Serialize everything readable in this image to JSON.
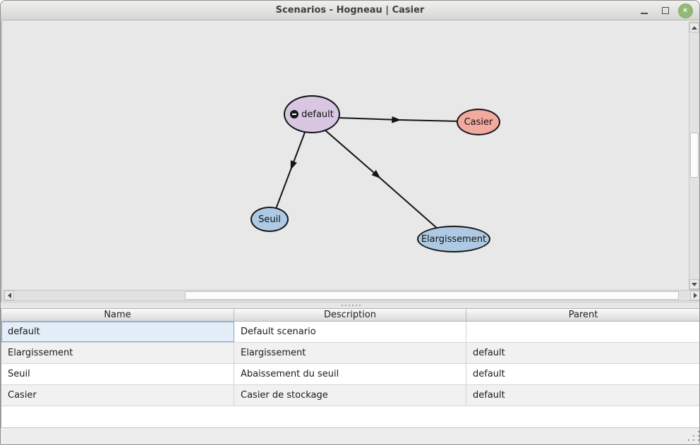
{
  "window": {
    "title": "Scenarios - Hogneau | Casier",
    "close_glyph": "×"
  },
  "graph": {
    "nodes": [
      {
        "label": "default",
        "fill": "#d8c6e2",
        "badge": "minus-circle-icon"
      },
      {
        "label": "Casier",
        "fill": "#f2a99f"
      },
      {
        "label": "Seuil",
        "fill": "#adc9e3"
      },
      {
        "label": "Elargissement",
        "fill": "#adc9e3"
      }
    ],
    "edges": [
      {
        "from": "default",
        "to": "Casier"
      },
      {
        "from": "default",
        "to": "Seuil"
      },
      {
        "from": "default",
        "to": "Elargissement"
      }
    ],
    "background": "#e8e8e8"
  },
  "table": {
    "columns": {
      "name": "Name",
      "description": "Description",
      "parent": "Parent"
    },
    "rows": [
      {
        "name": "default",
        "description": "Default scenario",
        "parent": ""
      },
      {
        "name": "Elargissement",
        "description": "Elargissement",
        "parent": "default"
      },
      {
        "name": "Seuil",
        "description": "Abaissement du seuil",
        "parent": "default"
      },
      {
        "name": "Casier",
        "description": "Casier de stockage",
        "parent": "default"
      }
    ],
    "selection": {
      "row_index": 0,
      "column": "Name"
    }
  },
  "colors": {
    "selected_cell_bg": "#e3eef9",
    "selected_cell_border": "#7fa8d1",
    "close_button": "#92ba74",
    "node_border": "#141414"
  },
  "icons": {
    "titlebar": [
      "minimize-icon",
      "maximize-icon",
      "close-icon"
    ],
    "node_badge": "minus-circle-icon",
    "scrollbar": [
      "up-arrow-icon",
      "down-arrow-icon",
      "left-arrow-icon",
      "right-arrow-icon"
    ],
    "resize_grip": "grip-dots-icon"
  }
}
